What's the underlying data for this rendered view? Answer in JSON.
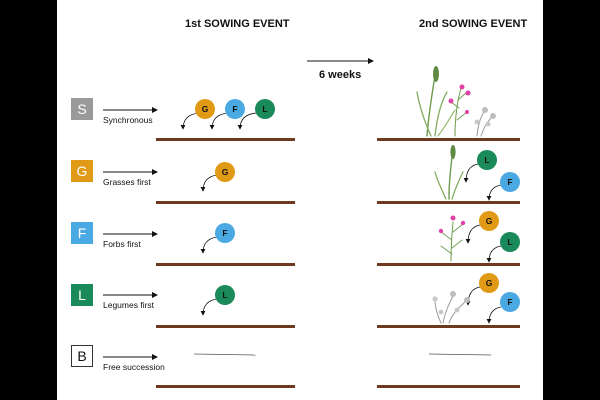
{
  "headers": {
    "first": "1st SOWING EVENT",
    "second": "2nd SOWING EVENT",
    "gap": "6 weeks"
  },
  "colors": {
    "S": "#9a9a9a",
    "G": "#e09a16",
    "F": "#4aa9e2",
    "L": "#1a8a5a",
    "soil": "#6d3a21"
  },
  "rows": [
    {
      "code": "S",
      "label": "Synchronous"
    },
    {
      "code": "G",
      "label": "Grasses first"
    },
    {
      "code": "F",
      "label": "Forbs first"
    },
    {
      "code": "L",
      "label": "Legumes first"
    },
    {
      "code": "B",
      "label": "Free succession"
    }
  ],
  "seeds": {
    "g": "G",
    "f": "F",
    "l": "L"
  }
}
